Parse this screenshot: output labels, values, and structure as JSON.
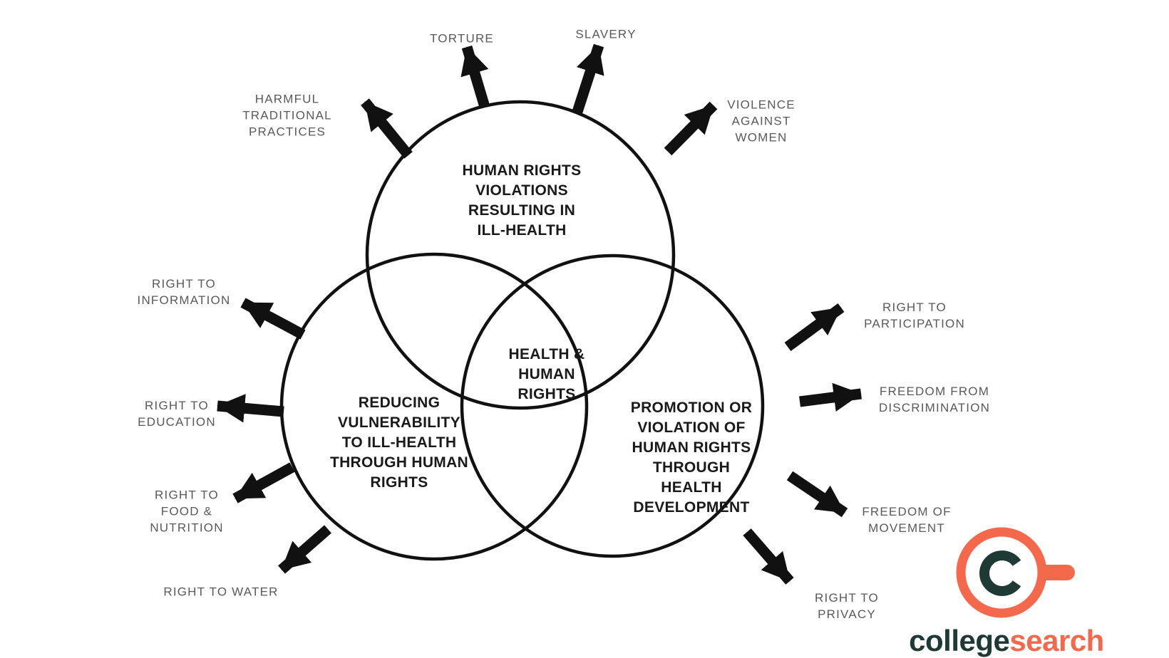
{
  "diagram": {
    "circle_labels": {
      "top": "HUMAN RIGHTS\nVIOLATIONS\nRESULTING IN\nILL-HEALTH",
      "left": "REDUCING\nVULNERABILITY\nTO ILL-HEALTH\nTHROUGH HUMAN\nRIGHTS",
      "right": "PROMOTION OR\nVIOLATION OF\nHUMAN RIGHTS\nTHROUGH\nHEALTH\nDEVELOPMENT",
      "center": "HEALTH &\nHUMAN\nRIGHTS"
    },
    "spokes": [
      {
        "id": "harmful-traditional-practices",
        "label": "HARMFUL\nTRADITIONAL\nPRACTICES"
      },
      {
        "id": "torture",
        "label": "TORTURE"
      },
      {
        "id": "slavery",
        "label": "SLAVERY"
      },
      {
        "id": "violence-against-women",
        "label": "VIOLENCE\nAGAINST\nWOMEN"
      },
      {
        "id": "right-to-information",
        "label": "RIGHT TO\nINFORMATION"
      },
      {
        "id": "right-to-education",
        "label": "RIGHT TO\nEDUCATION"
      },
      {
        "id": "right-to-food-nutrition",
        "label": "RIGHT TO\nFOOD &\nNUTRITION"
      },
      {
        "id": "right-to-water",
        "label": "RIGHT TO WATER"
      },
      {
        "id": "right-to-participation",
        "label": "RIGHT TO\nPARTICIPATION"
      },
      {
        "id": "freedom-from-discrimination",
        "label": "FREEDOM FROM\nDISCRIMINATION"
      },
      {
        "id": "freedom-of-movement",
        "label": "FREEDOM OF\nMOVEMENT"
      },
      {
        "id": "right-to-privacy",
        "label": "RIGHT TO\nPRIVACY"
      }
    ],
    "colors": {
      "circle_stroke": "#111111",
      "arrow": "#111111",
      "spoke_label_text": "#58595b",
      "circle_label_text": "#1a1a1a"
    }
  },
  "logo": {
    "wordmark_primary": "college",
    "wordmark_accent": "search",
    "colors": {
      "accent_orange": "#f4694b",
      "dark_teal": "#1f3a34"
    }
  }
}
